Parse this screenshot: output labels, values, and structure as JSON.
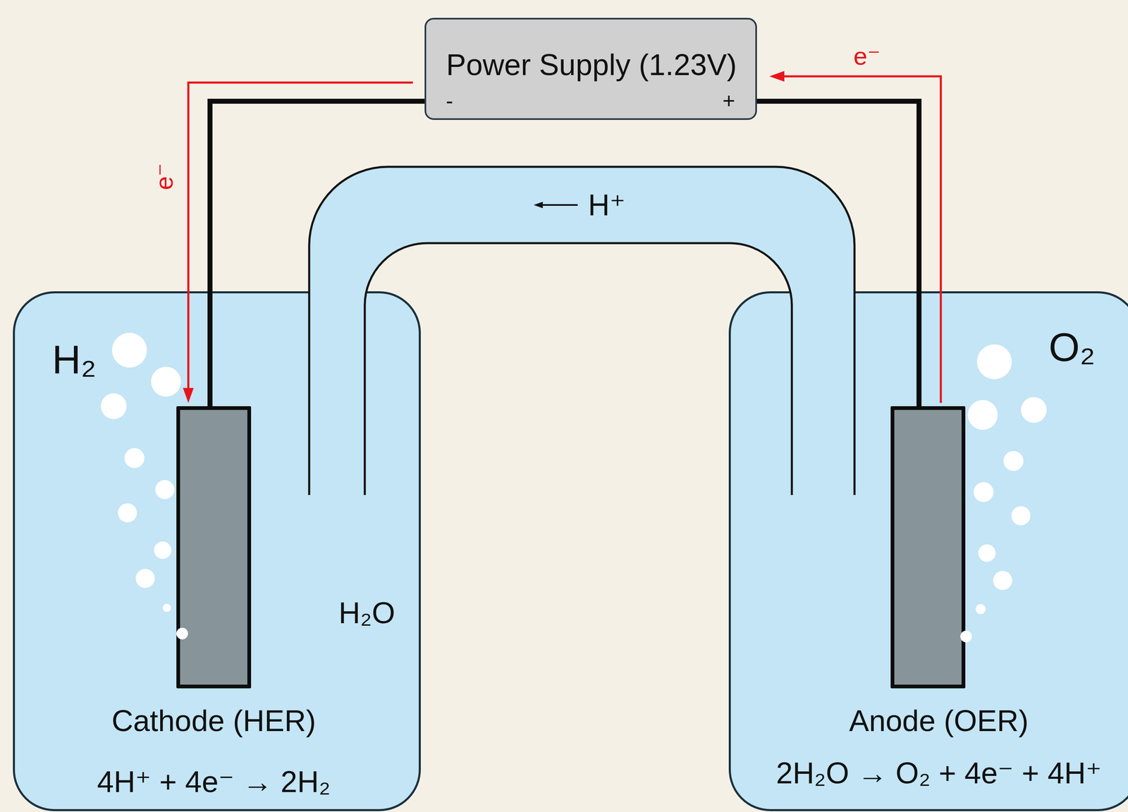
{
  "diagram": {
    "nodes": [
      {
        "text": [
          "Power Supply (1.23V)"
        ]
      },
      {
        "text": [
          "H₂",
          "H₂O",
          "4H⁺ + 4e⁻ → 2H₂"
        ]
      },
      {
        "text": [
          "Cathode (HER)"
        ],
        "in": 1
      },
      {
        "text": [
          "O₂",
          "2H₂O → O₂ + 4e⁻ + 4H⁺"
        ]
      },
      {
        "text": [
          "Anode (OER)"
        ],
        "in": 3
      }
    ],
    "edges": [
      {
        "from": 0,
        "to": 2,
        "arrow": "none"
      },
      {
        "from": 0,
        "to": 4,
        "arrow": "none"
      },
      {
        "from": 0,
        "to": 2,
        "arrow": "to",
        "label": "e⁻"
      },
      {
        "from": 4,
        "to": 0,
        "arrow": "to",
        "label": "e⁻"
      }
    ],
    "labels": [
      "-",
      "+",
      "H⁺"
    ]
  }
}
